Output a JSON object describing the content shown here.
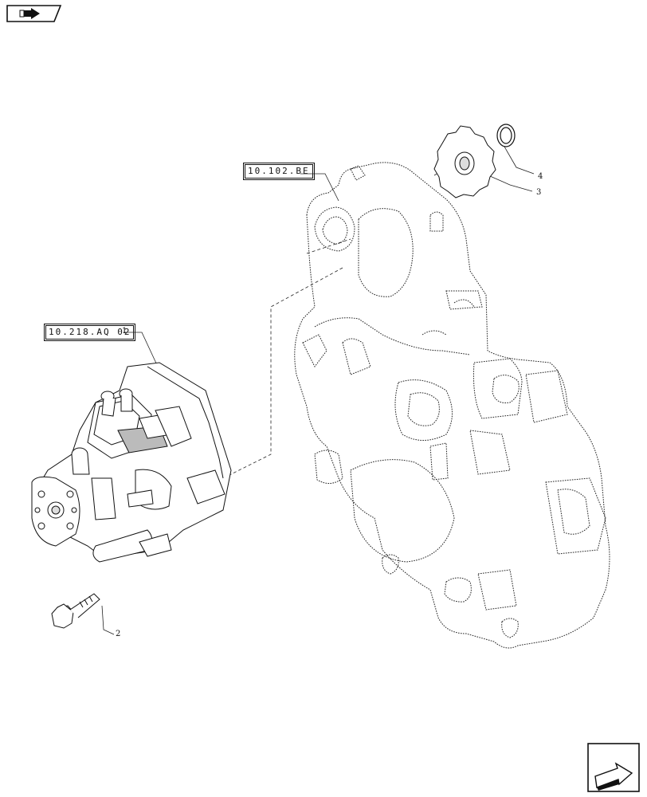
{
  "references": {
    "front_cover": "10.102.BE",
    "injection_pump": "10.218.AQ 02"
  },
  "callouts": {
    "pump": "1",
    "bolt": "2",
    "gear": "3",
    "ring": "4"
  },
  "icons": {
    "top_nav": "previous-page-arrow-icon",
    "bottom_nav": "next-page-arrow-icon"
  }
}
